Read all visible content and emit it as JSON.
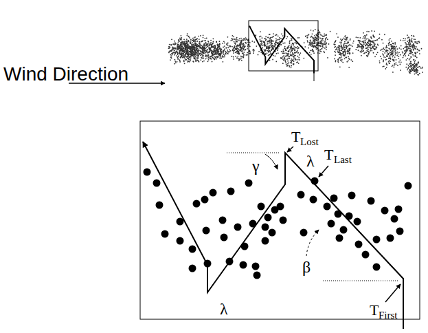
{
  "diagram": {
    "labels": [
      "Wind Direction",
      "T",
      "Lost",
      "T",
      "Last",
      "γ",
      "λ",
      "λ",
      "β",
      "T",
      "First"
    ]
  }
}
